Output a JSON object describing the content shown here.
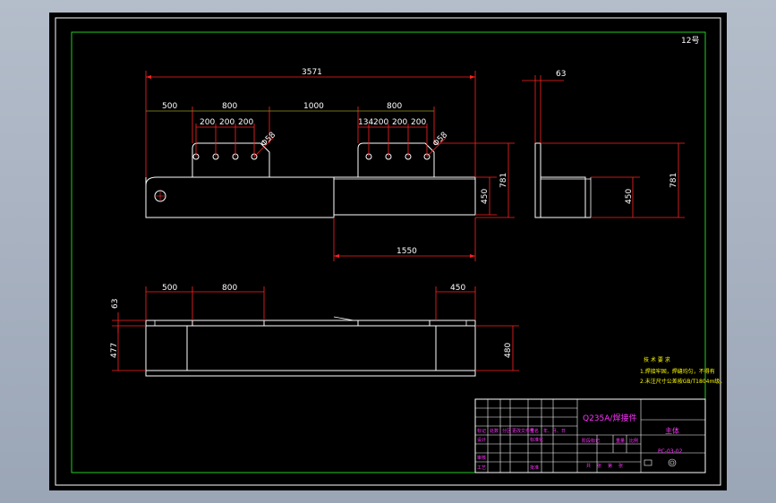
{
  "front_view": {
    "overall_length": "3571",
    "seg_500": "500",
    "seg_800a": "800",
    "seg_1000": "1000",
    "seg_800b": "800",
    "holes_a": [
      "200",
      "200",
      "200"
    ],
    "holes_b": [
      "134",
      "200",
      "200",
      "200"
    ],
    "dia_a": "Φ58",
    "dia_b": "Φ58",
    "height_450": "450",
    "height_781": "781",
    "lower_length": "1550"
  },
  "side_view": {
    "thickness": "63",
    "height_450": "450",
    "height_781": "781"
  },
  "top_view": {
    "seg_500": "500",
    "seg_800": "800",
    "seg_450": "450",
    "thickness": "63",
    "width_477": "477",
    "width_480": "480"
  },
  "corner_mark": "12号",
  "notes": {
    "title": "技 术 要 求",
    "line1": "1.焊接牢固，焊缝均匀，不得有",
    "line2": "2.未注尺寸公差按GB/T1804m级。"
  },
  "title_block": {
    "material": "Q235A/焊接件",
    "part_name": "主体",
    "drawing_no": "PC-03-02",
    "labels_row1": [
      "标记",
      "处数",
      "分区",
      "更改文件号",
      "签名",
      "年、月、日"
    ],
    "labels_row2": [
      "设计",
      "",
      "",
      "标准化",
      "",
      ""
    ],
    "labels_row3": [
      "审核",
      "",
      "",
      "",
      "",
      ""
    ],
    "labels_row4": [
      "工艺",
      "",
      "",
      "批准",
      "",
      ""
    ],
    "stage_labels": [
      "阶段标记",
      "重量",
      "比例"
    ],
    "sheet_labels": [
      "共",
      "张",
      "第",
      "张"
    ]
  }
}
